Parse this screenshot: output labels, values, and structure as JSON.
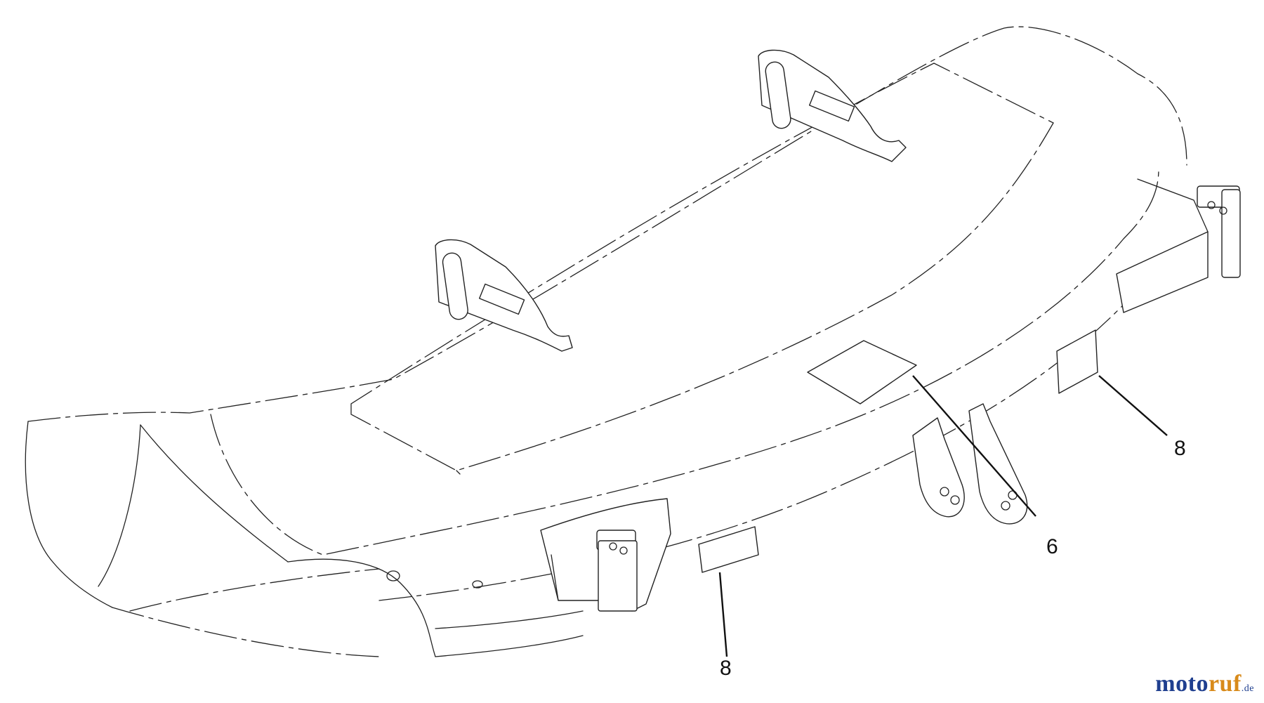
{
  "callouts": [
    {
      "id": "label-8-right",
      "text": "8"
    },
    {
      "id": "label-6",
      "text": "6"
    },
    {
      "id": "label-8-bottom",
      "text": "8"
    }
  ],
  "watermark": {
    "part1": "moto",
    "part2": "ruf",
    "suffix": ".de"
  },
  "colors": {
    "line": "#222222",
    "watermark_blue": "#1f3f8f",
    "watermark_orange": "#d88a1a"
  }
}
